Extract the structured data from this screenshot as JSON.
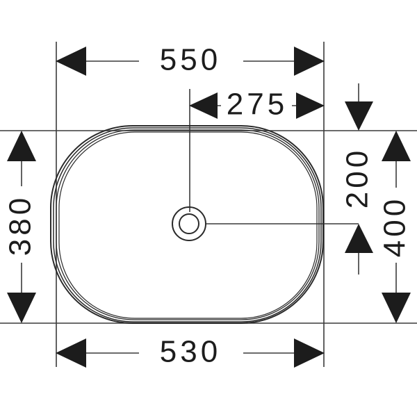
{
  "drawing": {
    "type": "dimensioned-plan-view",
    "subject": "washbasin-oval-top-view",
    "units": "mm",
    "background_color": "#ffffff",
    "line_color": "#3a3a3a",
    "outline_color": "#2a2a2a",
    "text_color": "#1c1c1c",
    "dimensions": {
      "top_overall": {
        "label": "550",
        "orientation": "horizontal",
        "position": "top"
      },
      "top_center_offset": {
        "label": "275",
        "orientation": "horizontal",
        "position": "top-inner"
      },
      "left_overall": {
        "label": "380",
        "orientation": "vertical",
        "position": "left"
      },
      "right_inner": {
        "label": "200",
        "orientation": "vertical",
        "position": "right-inner"
      },
      "right_overall": {
        "label": "400",
        "orientation": "vertical",
        "position": "right-outer"
      },
      "bottom_overall": {
        "label": "530",
        "orientation": "horizontal",
        "position": "bottom"
      }
    },
    "features": {
      "drain_outer_label": "drain-outer-ring",
      "drain_inner_label": "drain-inner-ring",
      "basin_label": "basin-rim-outline"
    }
  }
}
